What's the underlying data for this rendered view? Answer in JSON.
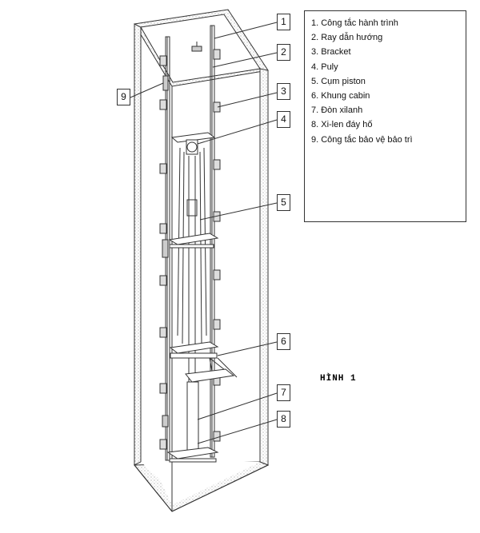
{
  "legend": {
    "items": [
      "1. Công tắc hành trình",
      "2. Ray dẫn hướng",
      "3. Bracket",
      "4. Puly",
      "5. Cụm piston",
      "6. Khung cabin",
      "7. Đòn xilanh",
      "8. Xi-len đáy hố",
      "9. Công tắc bảo vệ bảo trì"
    ]
  },
  "caption": "HÌNH 1",
  "callouts": [
    "1",
    "2",
    "3",
    "4",
    "5",
    "6",
    "7",
    "8",
    "9"
  ],
  "colors": {
    "line": "#333333",
    "shaft_hatch": "#bdbdbd"
  }
}
